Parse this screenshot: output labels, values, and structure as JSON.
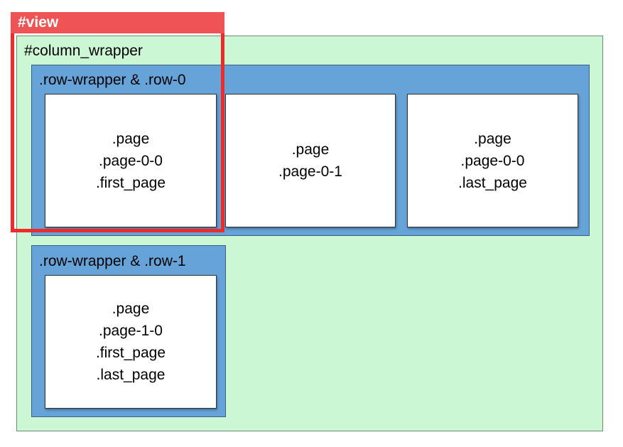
{
  "view": {
    "label": "#view",
    "color": "#ee2a2a"
  },
  "column_wrapper": {
    "label": "#column_wrapper",
    "color": "#ccf7d4"
  },
  "rows": [
    {
      "label": ".row-wrapper & .row-0",
      "pages": [
        {
          "lines": [
            ".page",
            ".page-0-0",
            ".first_page"
          ]
        },
        {
          "lines": [
            ".page",
            ".page-0-1"
          ]
        },
        {
          "lines": [
            ".page",
            ".page-0-0",
            ".last_page"
          ]
        }
      ]
    },
    {
      "label": ".row-wrapper & .row-1",
      "pages": [
        {
          "lines": [
            ".page",
            ".page-1-0",
            ".first_page",
            ".last_page"
          ]
        }
      ]
    }
  ],
  "colors": {
    "row_wrapper": "#66a3d9",
    "page": "#ffffff"
  }
}
